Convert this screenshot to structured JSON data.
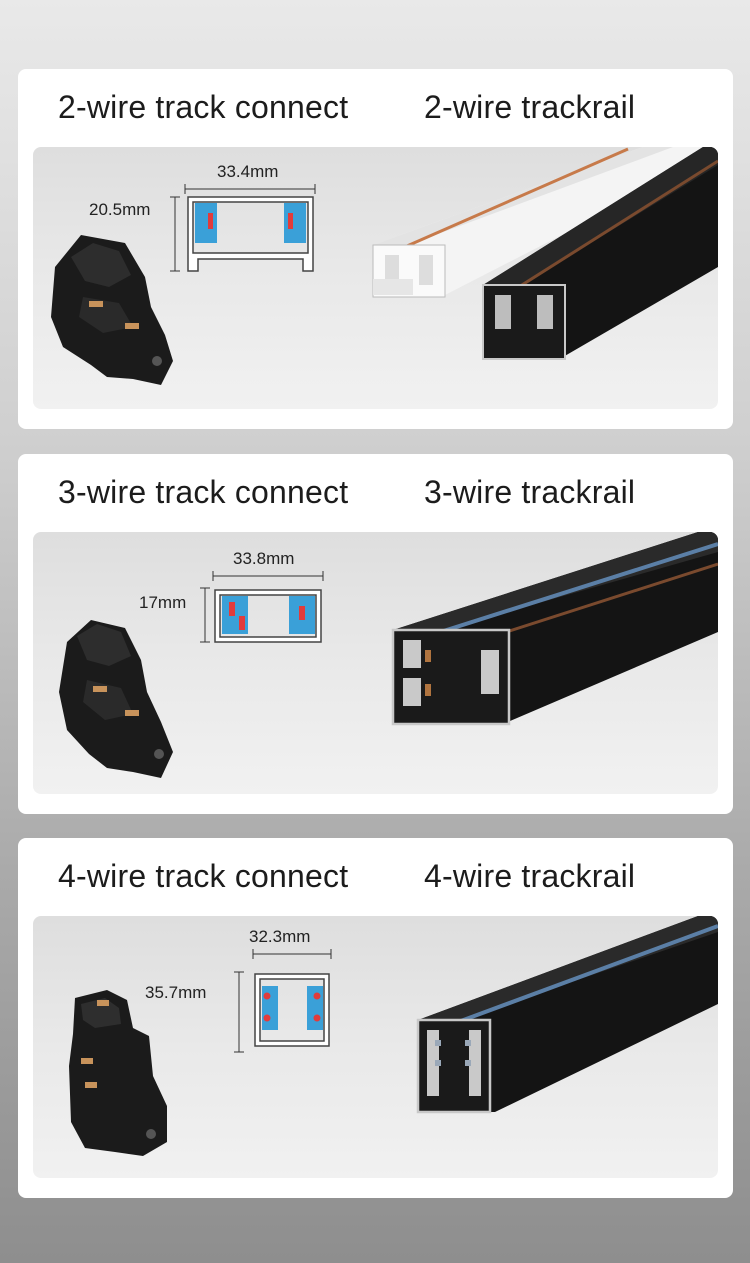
{
  "sections": [
    {
      "connector_title": "2-wire track connect",
      "rail_title": "2-wire trackrail",
      "width_label": "33.4mm",
      "height_label": "20.5mm",
      "rail_colors": [
        "white",
        "black"
      ]
    },
    {
      "connector_title": "3-wire track connect",
      "rail_title": "3-wire trackrail",
      "width_label": "33.8mm",
      "height_label": "17mm",
      "rail_colors": [
        "black"
      ]
    },
    {
      "connector_title": "4-wire track connect",
      "rail_title": "4-wire trackrail",
      "width_label": "32.3mm",
      "height_label": "35.7mm",
      "rail_colors": [
        "black"
      ]
    }
  ],
  "colors": {
    "profile_insulator": "#3aa0d8",
    "profile_conductor": "#e23b3b",
    "copper_strip": "#c77a4a"
  }
}
